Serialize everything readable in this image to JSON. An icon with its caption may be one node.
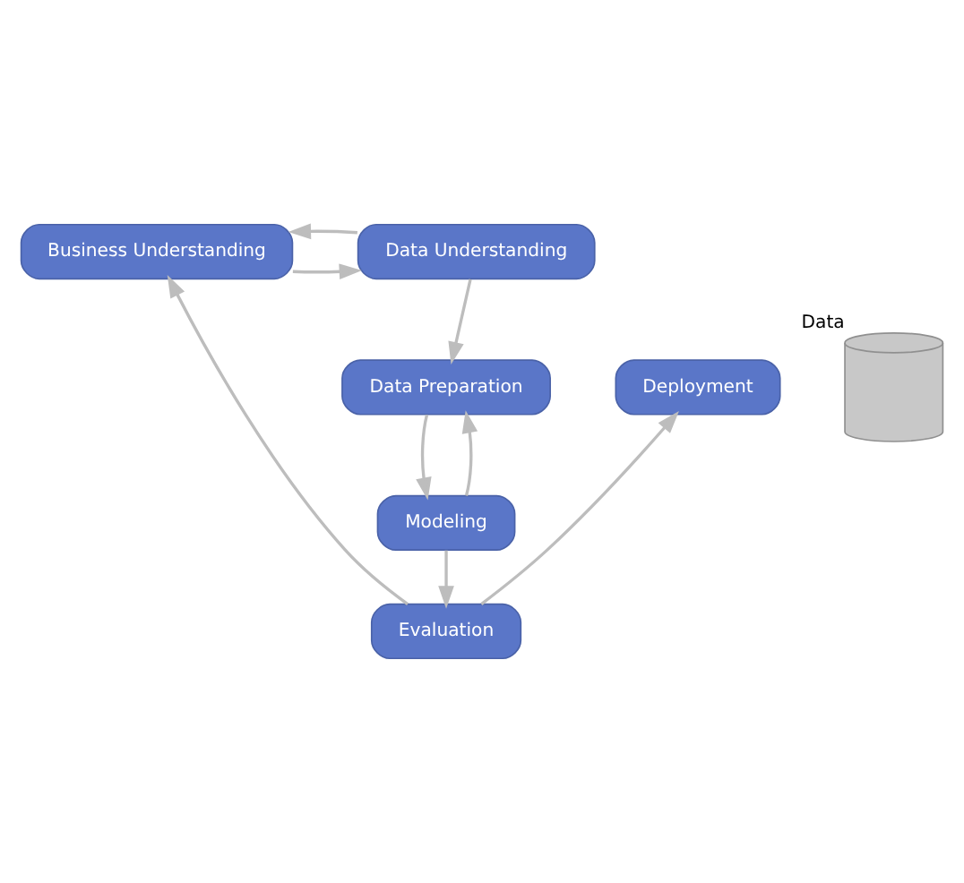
{
  "diagram": {
    "nodes": [
      {
        "text": [
          "Business Understanding"
        ]
      },
      {
        "text": [
          "Data Understanding"
        ]
      },
      {
        "text": [
          "Data Preparation"
        ]
      },
      {
        "text": [
          "Modeling"
        ]
      },
      {
        "text": [
          "Evaluation"
        ]
      },
      {
        "text": [
          "Deployment"
        ]
      },
      {
        "text": [],
        "shape": "cylinder",
        "beside": [
          "Data"
        ]
      }
    ],
    "edges": [
      {
        "from": 0,
        "to": 1,
        "arrow": "to"
      },
      {
        "from": 1,
        "to": 0,
        "arrow": "to"
      },
      {
        "from": 1,
        "to": 2,
        "arrow": "to"
      },
      {
        "from": 2,
        "to": 3,
        "arrow": "to"
      },
      {
        "from": 3,
        "to": 2,
        "arrow": "to"
      },
      {
        "from": 3,
        "to": 4,
        "arrow": "to"
      },
      {
        "from": 4,
        "to": 0,
        "arrow": "to"
      },
      {
        "from": 4,
        "to": 5,
        "arrow": "to"
      }
    ]
  }
}
